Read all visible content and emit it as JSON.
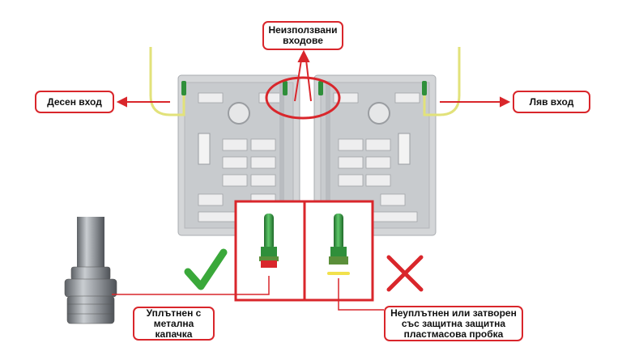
{
  "labels": {
    "unused_inputs": "Неизползвани\nвходове",
    "right_input": "Десен вход",
    "left_input": "Ляв вход",
    "sealed_metal_cap": "Уплътнен с\nметална\nкапачка",
    "unsealed_or_plastic_plug": "Неуплътнен или затворен\nсъс защитна защитна\nпластмасова пробка"
  },
  "colors": {
    "accent_red": "#d9262b",
    "check_green": "#3aa83a",
    "connector_green": "#2f8f3a",
    "pipe_yellow": "#e2e27a",
    "panel_gray": "#d4d6d8",
    "fitting_gray": "#8e9296"
  },
  "icons": {
    "correct": "checkmark-icon",
    "wrong": "cross-icon"
  }
}
